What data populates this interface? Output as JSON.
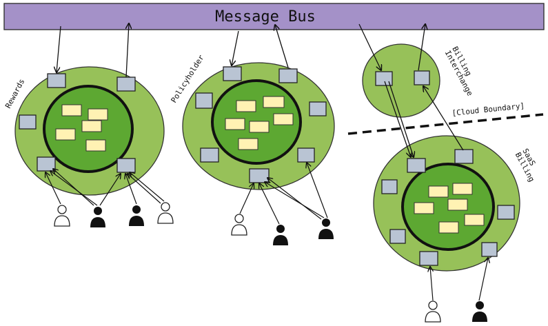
{
  "diagram": {
    "bus_label": "Message Bus",
    "cloud_boundary_label": "[Cloud Boundary]",
    "contexts": [
      {
        "label": "Rewards"
      },
      {
        "label": "Policyholder"
      },
      {
        "label": "Billing\nInterchange"
      },
      {
        "label": "SaaS\nBilling"
      }
    ],
    "colors": {
      "bus": "#a491c8",
      "outer_green": "#97c159",
      "inner_green": "#5da832",
      "port_gray": "#b9c4d3",
      "note_yellow": "#fff2b3",
      "stroke": "#111111"
    }
  }
}
